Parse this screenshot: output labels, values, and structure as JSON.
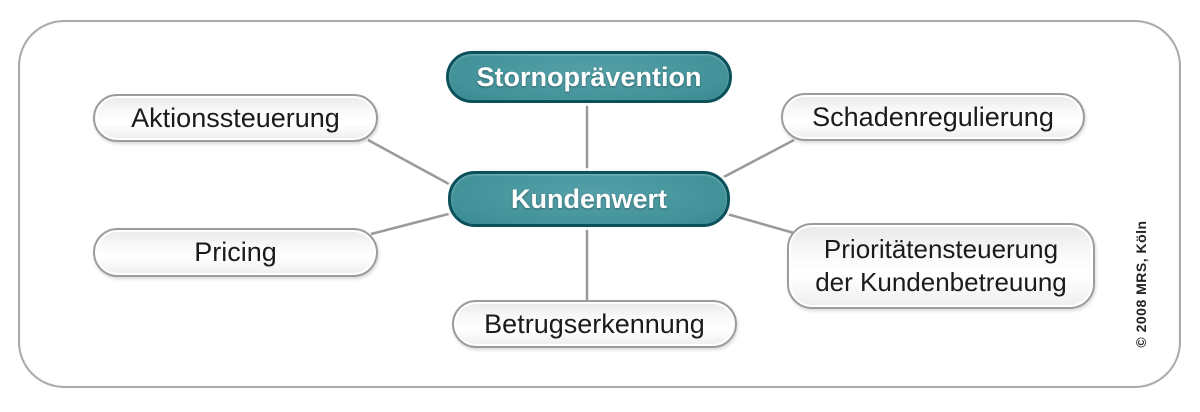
{
  "diagram": {
    "type": "hub-and-spoke",
    "nodes": {
      "stornopraevention": {
        "label": "Stornoprävention",
        "style": "teal"
      },
      "kundenwert": {
        "label": "Kundenwert",
        "style": "teal",
        "role": "hub"
      },
      "aktionssteuerung": {
        "label": "Aktionssteuerung",
        "style": "gray"
      },
      "schadenregulierung": {
        "label": "Schadenregulierung",
        "style": "gray"
      },
      "pricing": {
        "label": "Pricing",
        "style": "gray"
      },
      "prioritaetensteuerung": {
        "lines": [
          "Prioritätensteuerung",
          "der Kundenbetreuung"
        ],
        "style": "gray"
      },
      "betrugserkennung": {
        "label": "Betrugserkennung",
        "style": "gray"
      }
    },
    "connections": [
      [
        "kundenwert",
        "stornopraevention"
      ],
      [
        "kundenwert",
        "aktionssteuerung"
      ],
      [
        "kundenwert",
        "schadenregulierung"
      ],
      [
        "kundenwert",
        "pricing"
      ],
      [
        "kundenwert",
        "prioritaetensteuerung"
      ],
      [
        "kundenwert",
        "betrugserkennung"
      ]
    ],
    "copyright": "© 2008 MRS, Köln",
    "colors": {
      "teal_fill": "#3f9099",
      "teal_border": "#0b505a",
      "gray_fill": "#f5f5f5",
      "gray_border": "#9c9c9c",
      "connector": "#9a9a9a",
      "frame_border": "#a9a9a9",
      "text_dark": "#1b1b1b",
      "text_light": "#ffffff"
    }
  }
}
